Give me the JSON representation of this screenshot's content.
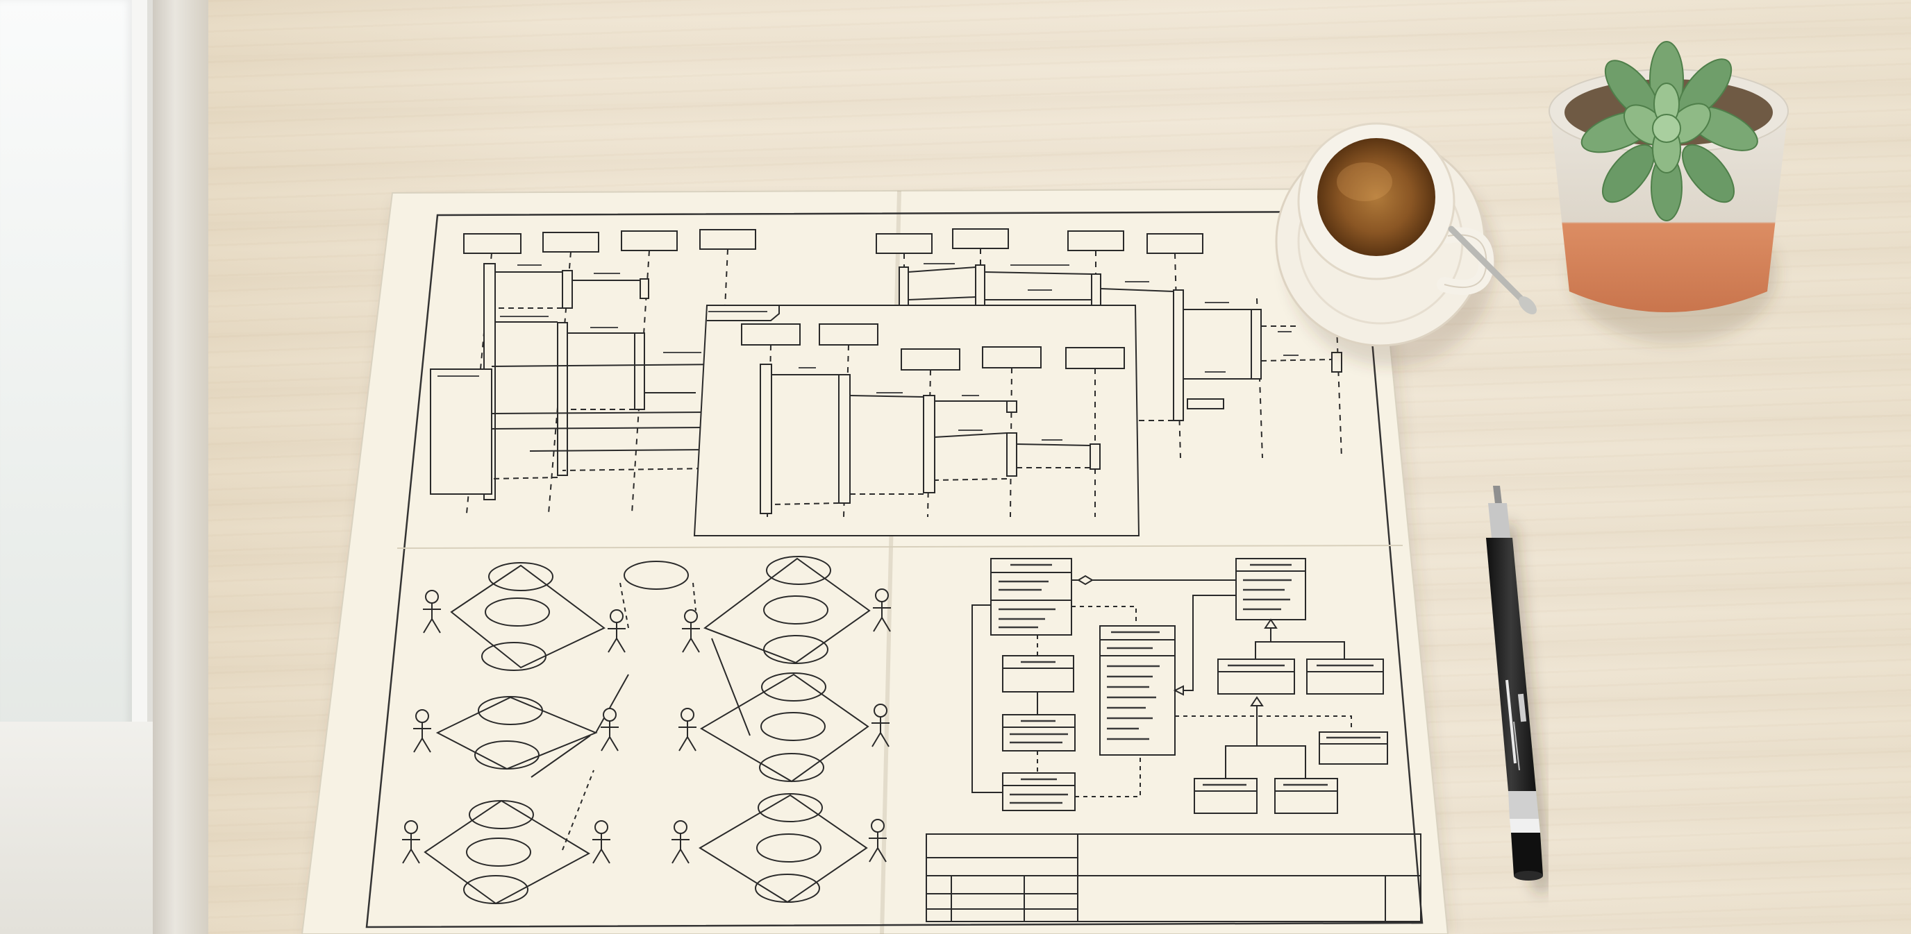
{
  "scene": {
    "description_labels": {
      "paper": "paper-sheet",
      "cup": "espresso-cup",
      "plant": "succulent-pot",
      "pencil": "mechanical-pencil"
    },
    "colors": {
      "desk": "#efe5d3",
      "paper": "#f7f2e4",
      "ink": "#2a2a2a",
      "coffee": "#7a4a1e",
      "pot_bottom": "#d98a62",
      "pot_top": "#e6e1d8",
      "succulent": "#6f9e6a",
      "pencil_body": "#1e1e1e"
    }
  }
}
